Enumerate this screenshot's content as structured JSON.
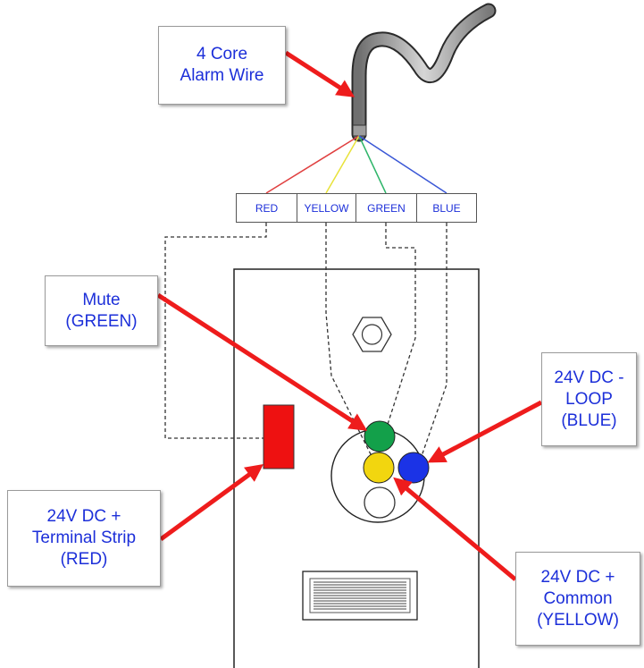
{
  "callouts": {
    "cable": [
      "4 Core",
      "Alarm Wire"
    ],
    "mute": [
      "Mute",
      "(GREEN)"
    ],
    "loop": [
      "24V DC -",
      "LOOP",
      "(BLUE)"
    ],
    "terminal_strip": [
      "24V DC +",
      "Terminal Strip",
      "(RED)"
    ],
    "common": [
      "24V DC +",
      "Common",
      "(YELLOW)"
    ]
  },
  "terminals": [
    "RED",
    "YELLOW",
    "GREEN",
    "BLUE"
  ],
  "colors": {
    "label_text": "#1c2fd9",
    "arrow": "#ee1c1c",
    "wire_red": "#e04040",
    "wire_yellow": "#e8e23a",
    "wire_green": "#2fb56a",
    "wire_blue": "#3a57d6",
    "dot_green": "#13a04a",
    "dot_yellow": "#f2d60f",
    "dot_blue": "#1b33e6",
    "terminal_strip_block": "#ee1111"
  }
}
